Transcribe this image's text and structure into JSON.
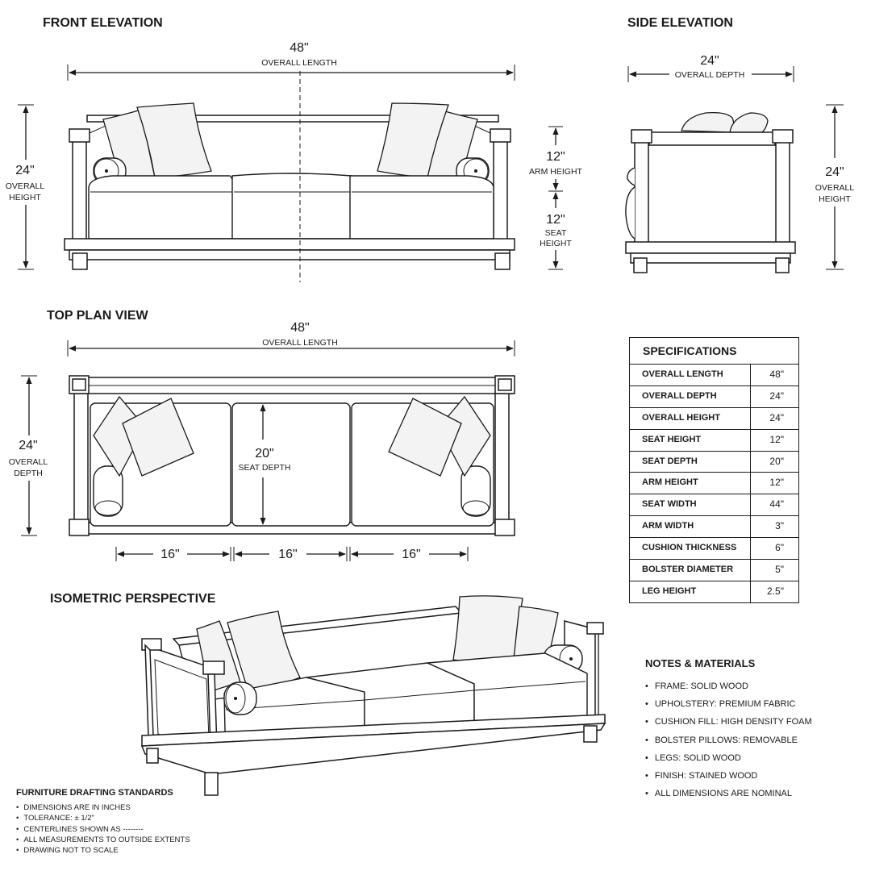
{
  "views": {
    "front": "FRONT ELEVATION",
    "side": "SIDE ELEVATION",
    "top": "TOP PLAN VIEW",
    "iso": "ISOMETRIC PERSPECTIVE"
  },
  "front_dims": {
    "length_value": "48\"",
    "length_label": "OVERALL LENGTH",
    "height_value": "24\"",
    "height_label_1": "OVERALL",
    "height_label_2": "HEIGHT",
    "arm_value": "12\"",
    "arm_label": "ARM HEIGHT",
    "seat_value": "12\"",
    "seat_label_1": "SEAT",
    "seat_label_2": "HEIGHT"
  },
  "side_dims": {
    "depth_value": "24\"",
    "depth_label": "OVERALL DEPTH",
    "height_value": "24\"",
    "height_label_1": "OVERALL",
    "height_label_2": "HEIGHT"
  },
  "top_dims": {
    "length_value": "48\"",
    "length_label": "OVERALL LENGTH",
    "depth_value": "24\"",
    "depth_label_1": "OVERALL",
    "depth_label_2": "DEPTH",
    "seat_depth_value": "20\"",
    "seat_depth_label": "SEAT DEPTH",
    "cushion_1": "16\"",
    "cushion_2": "16\"",
    "cushion_3": "16\""
  },
  "specifications": {
    "title": "SPECIFICATIONS",
    "rows": [
      {
        "label": "OVERALL LENGTH",
        "value": "48\""
      },
      {
        "label": "OVERALL DEPTH",
        "value": "24\""
      },
      {
        "label": "OVERALL HEIGHT",
        "value": "24\""
      },
      {
        "label": "SEAT HEIGHT",
        "value": "12\""
      },
      {
        "label": "SEAT DEPTH",
        "value": "20\""
      },
      {
        "label": "ARM HEIGHT",
        "value": "12\""
      },
      {
        "label": "SEAT WIDTH",
        "value": "44\""
      },
      {
        "label": "ARM WIDTH",
        "value": "3\""
      },
      {
        "label": "CUSHION THICKNESS",
        "value": "6\""
      },
      {
        "label": "BOLSTER DIAMETER",
        "value": "5\""
      },
      {
        "label": "LEG HEIGHT",
        "value": "2.5\""
      }
    ]
  },
  "notes": {
    "title": "NOTES & MATERIALS",
    "items": [
      "FRAME: SOLID WOOD",
      "UPHOLSTERY: PREMIUM FABRIC",
      "CUSHION FILL: HIGH DENSITY FOAM",
      "BOLSTER PILLOWS: REMOVABLE",
      "LEGS: SOLID WOOD",
      "FINISH: STAINED WOOD",
      "ALL DIMENSIONS ARE NOMINAL"
    ]
  },
  "standards": {
    "title": "FURNITURE DRAFTING STANDARDS",
    "items": [
      "DIMENSIONS ARE IN INCHES",
      "TOLERANCE: ± 1/2\"",
      "CENTERLINES SHOWN AS --------",
      "ALL MEASUREMENTS TO OUTSIDE EXTENTS",
      "DRAWING NOT TO SCALE"
    ]
  }
}
